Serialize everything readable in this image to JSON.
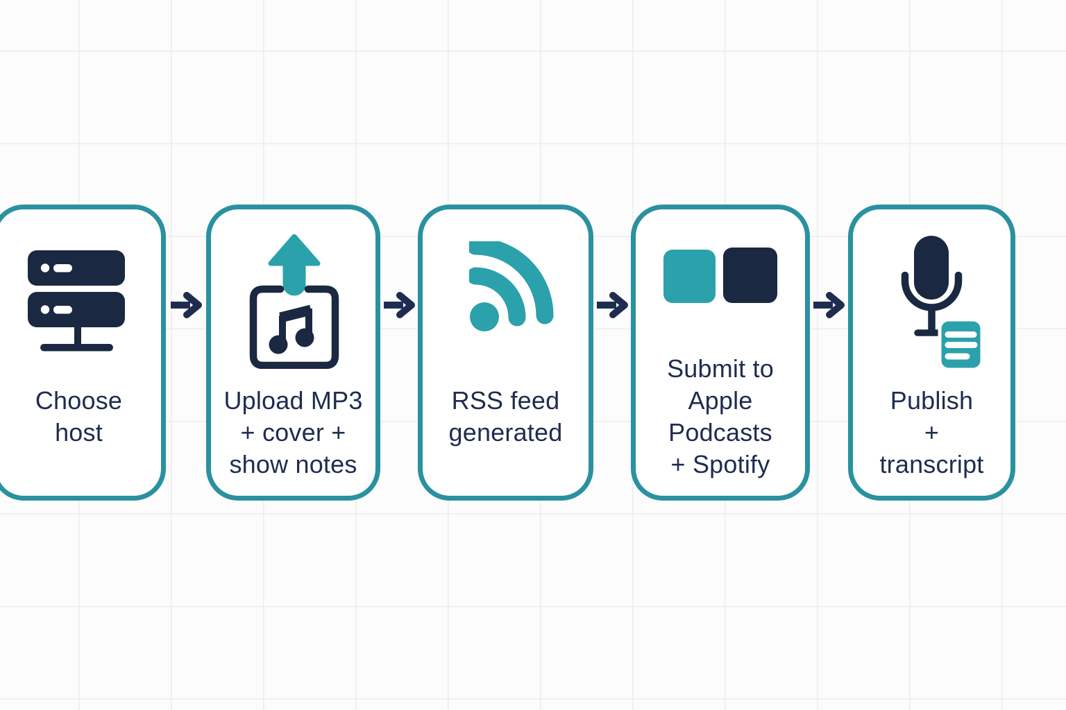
{
  "palette": {
    "card_border_teal": "#2a91a0",
    "icon_teal": "#2ba1ab",
    "icon_navy": "#1a2841",
    "text_navy": "#1e2c4e",
    "arrow_navy": "#1e2d4f",
    "background": "#fcfcfc",
    "grid_line": "#ededee",
    "card_background": "#ffffff"
  },
  "flow": {
    "type": "flowchart",
    "direction": "left-to-right",
    "connector": "arrow-right",
    "steps": [
      {
        "icon": "server-icon",
        "lines": [
          "Choose",
          "host"
        ]
      },
      {
        "icon": "upload-music-icon",
        "lines": [
          "Upload MP3",
          "+ cover +",
          "show notes"
        ]
      },
      {
        "icon": "rss-icon",
        "lines": [
          "RSS feed",
          "generated"
        ]
      },
      {
        "icon": "apple-spotify-squares-icon",
        "lines": [
          "Submit to",
          "Apple",
          "Podcasts",
          "+ Spotify"
        ]
      },
      {
        "icon": "microphone-transcript-icon",
        "lines": [
          "Publish",
          "+",
          "transcript"
        ]
      }
    ]
  }
}
